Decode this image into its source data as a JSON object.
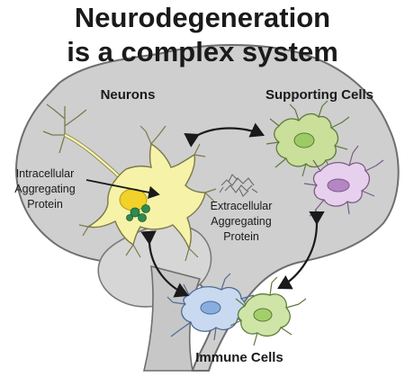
{
  "title": {
    "line1": "Neurodegeneration",
    "line2": "is a complex system"
  },
  "labels": {
    "neurons": "Neurons",
    "supporting_cells": "Supporting Cells",
    "immune_cells": "Immune Cells",
    "intracellular": [
      "Intracellular",
      "Aggregating",
      "Protein"
    ],
    "extracellular": [
      "Extracellular",
      "Aggregating",
      "Protein"
    ]
  },
  "colors": {
    "brain": "#cfcfcf",
    "brain_outline": "#6e6e6e",
    "neuron": "#f6f3a8",
    "neuron_nucleus": "#f1d12a",
    "aggregate": "#2f8b4f",
    "support_green": "#c9df9a",
    "support_green_nucleus": "#9ccb63",
    "support_purple": "#e7d0ee",
    "support_purple_nucleus": "#b487c4",
    "immune_blue": "#c9d9ef",
    "immune_blue_nucleus": "#88aee0",
    "immune_green": "#cfe4a7",
    "immune_green_nucleus": "#a3cf6b",
    "text": "#1a1a1a"
  }
}
